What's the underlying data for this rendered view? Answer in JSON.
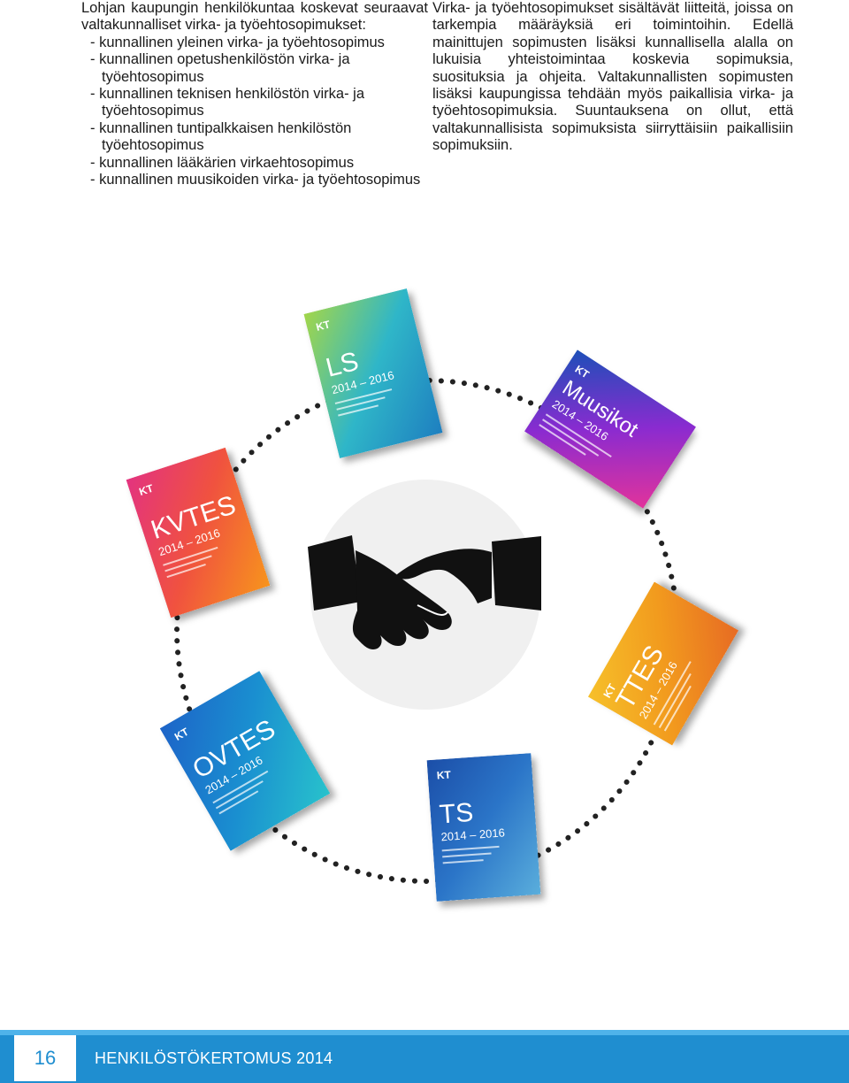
{
  "left_column": {
    "intro": "Lohjan kaupungin henkilökuntaa koskevat seuraavat valtakunnalliset virka- ja työehtosopimukset:",
    "agreements": [
      "- kunnallinen yleinen virka- ja työehtosopimus",
      "- kunnallinen opetushenkilöstön virka- ja työehtosopimus",
      "- kunnallinen teknisen henkilöstön virka- ja työehtosopimus",
      "- kunnallinen tuntipalkkaisen henkilöstön työehtosopimus",
      "- kunnallinen lääkärien virkaehtosopimus",
      "- kunnallinen muusikoiden virka- ja työehtosopimus"
    ]
  },
  "right_column": {
    "text": "Virka- ja työehtosopimukset sisältävät liitteitä, joissa on tarkempia määräyksiä eri toimintoihin. Edellä mainittujen sopimusten lisäksi kunnallisella alalla on lukuisia yhteistoimintaa koskevia sopimuksia, suosituksia ja ohjeita. Valtakunnallisten sopimusten lisäksi kaupungissa tehdään myös paikallisia virka- ja työehtosopimuksia. Suuntauksena on ollut, että valtakunnallisista sopimuksista siirryttäisiin paikallisiin sopimuksiin."
  },
  "booklets": [
    {
      "code": "LS",
      "years": "2014 – 2016",
      "publisher": "KT",
      "colors": [
        "#a2d64a",
        "#2fb6c8",
        "#1e7fc0"
      ]
    },
    {
      "code": "Muusikot",
      "years": "2014 – 2016",
      "publisher": "KT",
      "colors": [
        "#1d4fb8",
        "#8a2bd0",
        "#e2339b"
      ]
    },
    {
      "code": "KVTES",
      "years": "2014 – 2016",
      "publisher": "KT",
      "colors": [
        "#e3337f",
        "#f0523f",
        "#f7941d"
      ]
    },
    {
      "code": "TTES",
      "years": "2014 – 2016",
      "publisher": "KT",
      "colors": [
        "#f6c02a",
        "#f29b1e",
        "#e76b23"
      ]
    },
    {
      "code": "OVTES",
      "years": "2014 – 2016",
      "publisher": "KT",
      "colors": [
        "#1d64c8",
        "#1a8fd0",
        "#28c2cc"
      ]
    },
    {
      "code": "TS",
      "years": "2014 – 2016",
      "publisher": "KT",
      "colors": [
        "#1b4ea8",
        "#2b75c8",
        "#5aaedc"
      ]
    }
  ],
  "center_icon": "handshake-icon",
  "footer": {
    "page_number": "16",
    "title": "HENKILÖSTÖKERTOMUS 2014",
    "accent": "#1f8ed0"
  }
}
